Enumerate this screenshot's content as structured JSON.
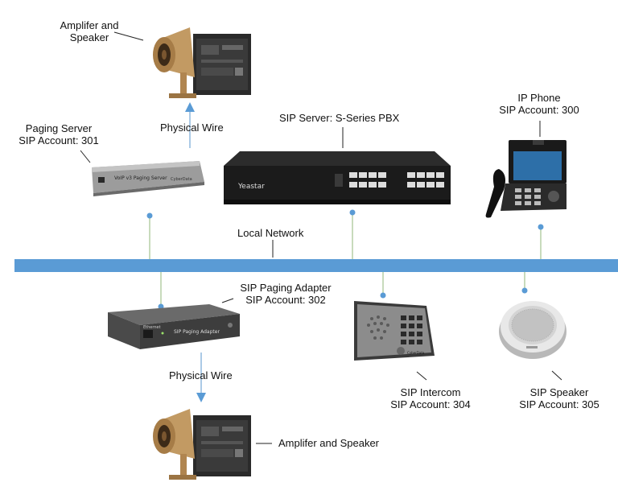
{
  "labels": {
    "amp_top_1": "Amplifer and",
    "amp_top_2": "Speaker",
    "paging_server": "Paging Server",
    "paging_server_account": "SIP Account: 301",
    "physical_wire_top": "Physical Wire",
    "sip_server": "SIP Server: S-Series PBX",
    "ip_phone": "IP Phone",
    "ip_phone_account": "SIP Account: 300",
    "local_network": "Local Network",
    "paging_adapter": "SIP Paging Adapter",
    "paging_adapter_account": "SIP Account: 302",
    "physical_wire_bottom": "Physical Wire",
    "intercom": "SIP Intercom",
    "intercom_account": "SIP Account: 304",
    "speaker": "SIP Speaker",
    "speaker_account": "SIP Account: 305",
    "amp_bottom": "Amplifer and Speaker"
  },
  "device_text": {
    "pbx_brand": "Yeastar",
    "paging_server_face": "VoIP v3 Paging Server",
    "paging_server_brand": "CyberData",
    "paging_adapter_face": "SIP Paging Adapter",
    "paging_adapter_port": "Ethernet",
    "intercom_brand": "CyberData"
  },
  "colors": {
    "network_bar": "#5a9bd5",
    "connector": "#5a9bd5",
    "wire": "#8fb8dd"
  }
}
